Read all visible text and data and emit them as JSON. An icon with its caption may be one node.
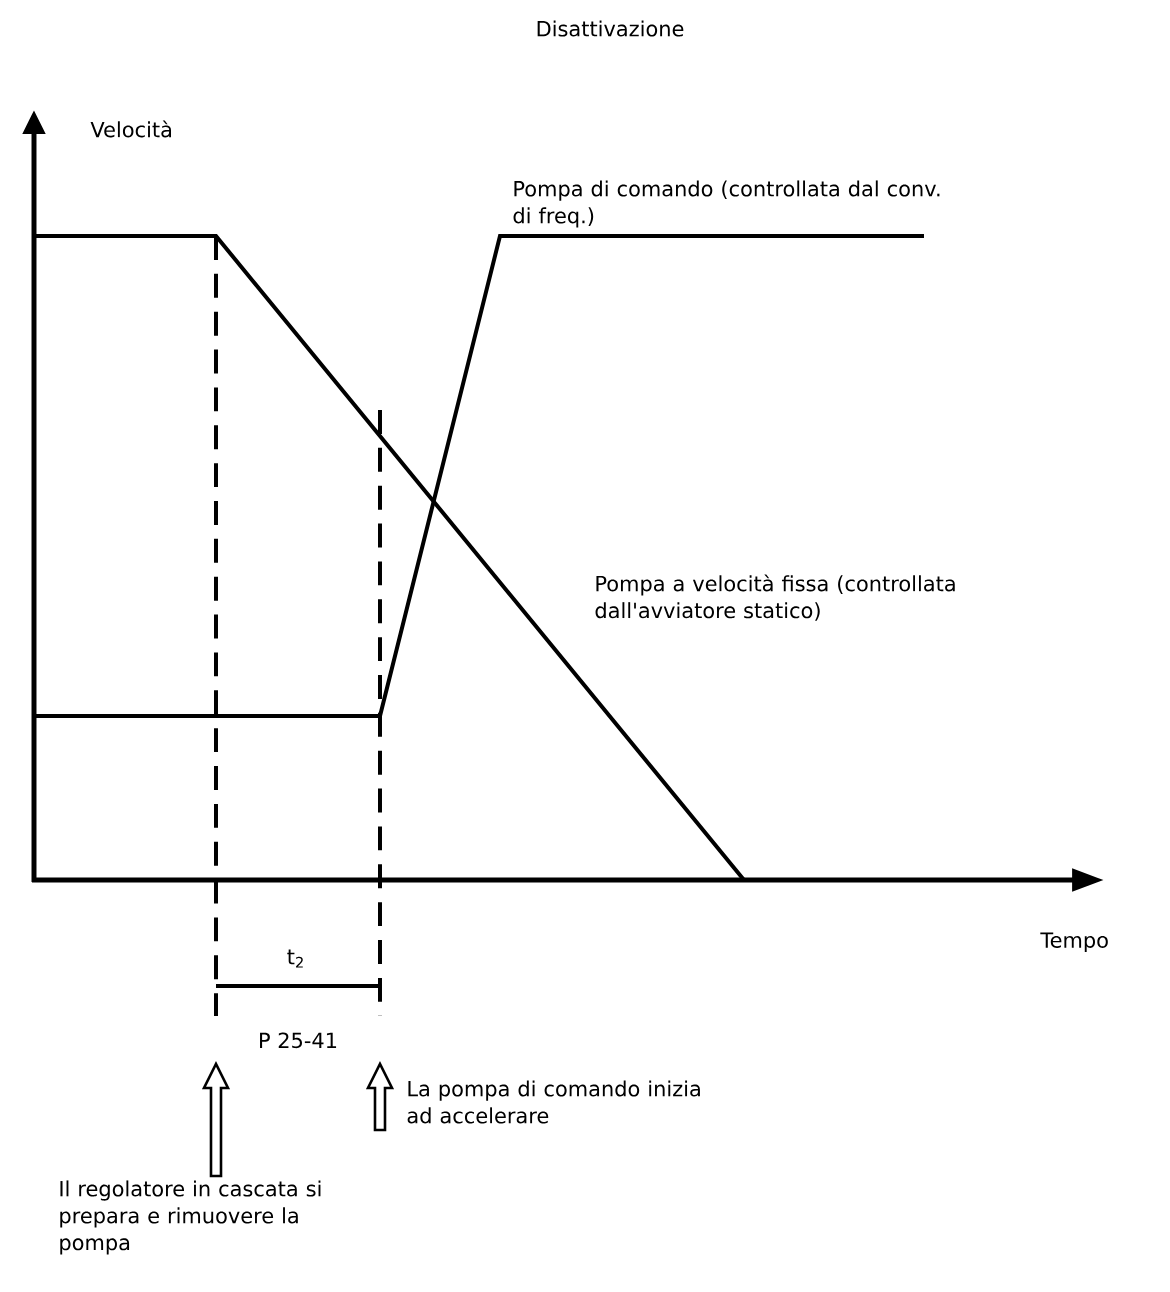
{
  "diagram": {
    "title": "Disattivazione",
    "labels": [
      "Velocità",
      "Pompa di comando (controllata dal conv. di freq.)",
      "Pompa a velocità fissa (controllata dall'avviatore statico)",
      "Tempo",
      "t$_{2}$",
      "P 25-41",
      "La pompa di comando inizia ad accelerare",
      "Il regolatore in cascata si prepara e rimuovere la pompa"
    ]
  }
}
